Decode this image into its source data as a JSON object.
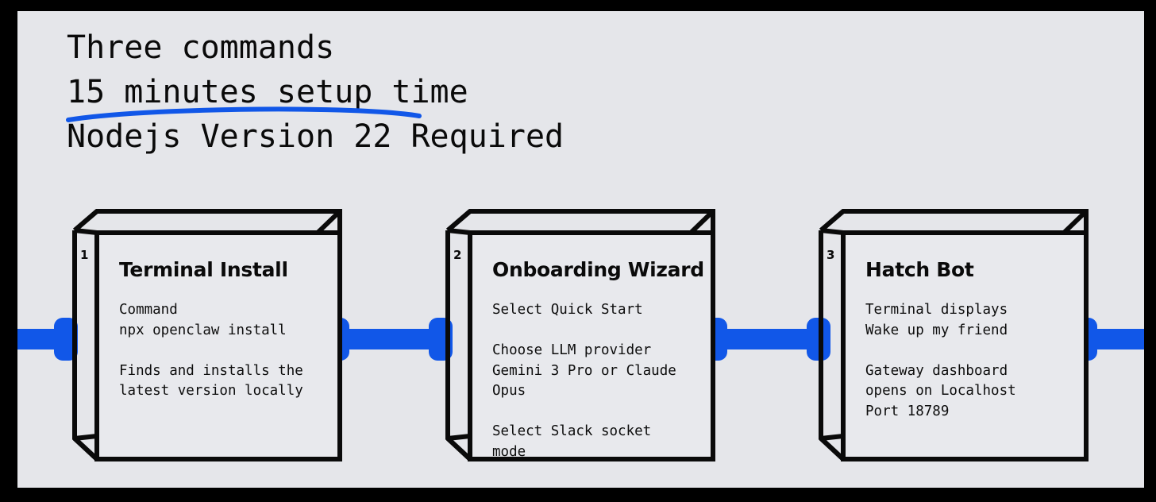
{
  "theme": {
    "frame_color": "#000000",
    "canvas_bg": "#E5E6EA",
    "box_fill": "#E8E9ED",
    "stroke": "#0A0A0A",
    "accent_blue": "#1157E8",
    "text_color": "#0A0A0A"
  },
  "heading": {
    "line1": "Three commands",
    "line2": "15 minutes setup time",
    "line3": "Nodejs Version 22 Required",
    "underline_color": "#1157E8"
  },
  "steps": [
    {
      "number": "1",
      "title": "Terminal Install",
      "body": "Command\nnpx openclaw install\n\nFinds and installs the\nlatest version locally"
    },
    {
      "number": "2",
      "title": "Onboarding Wizard",
      "body": "Select Quick Start\n\nChoose LLM provider\nGemini 3 Pro or Claude\nOpus\n\nSelect Slack socket\nmode"
    },
    {
      "number": "3",
      "title": "Hatch Bot",
      "body": "Terminal displays\nWake up my friend\n\nGateway dashboard\nopens on Localhost\nPort 18789"
    }
  ],
  "connectors": [
    {
      "name": "inlet-left",
      "from": "canvas-edge",
      "to": "step-1"
    },
    {
      "name": "link-1-2",
      "from": "step-1",
      "to": "step-2"
    },
    {
      "name": "link-2-3",
      "from": "step-2",
      "to": "step-3"
    },
    {
      "name": "outlet-right",
      "from": "step-3",
      "to": "canvas-edge"
    }
  ]
}
